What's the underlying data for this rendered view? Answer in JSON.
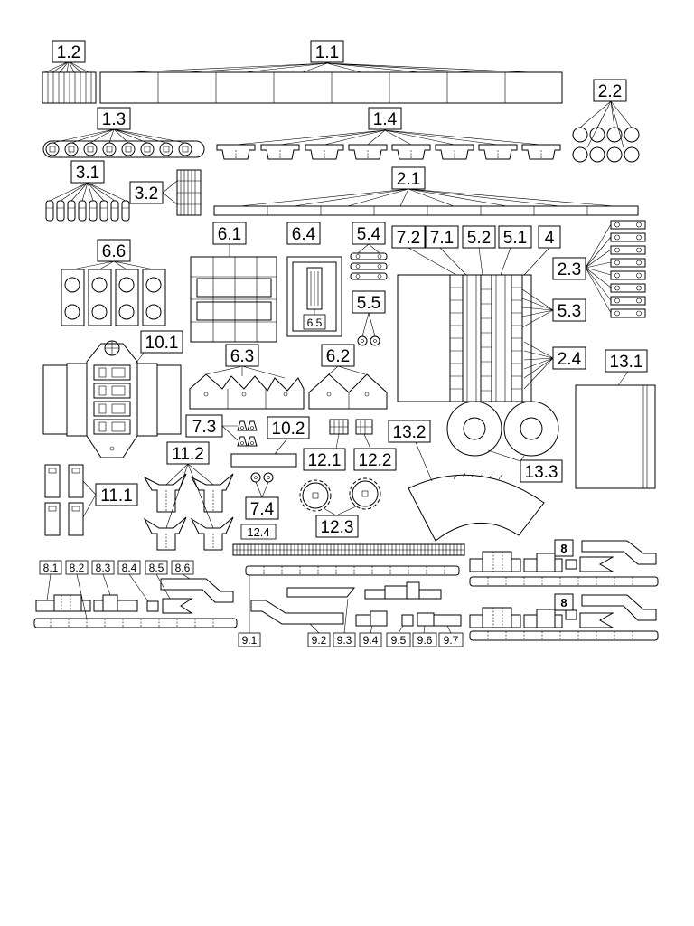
{
  "sheet": {
    "labels": {
      "p1_1": "1.1",
      "p1_2": "1.2",
      "p1_3": "1.3",
      "p1_4": "1.4",
      "p2_1": "2.1",
      "p2_2": "2.2",
      "p2_3": "2.3",
      "p2_4": "2.4",
      "p3_1": "3.1",
      "p3_2": "3.2",
      "p4": "4",
      "p5_1": "5.1",
      "p5_2": "5.2",
      "p5_3": "5.3",
      "p5_4": "5.4",
      "p5_5": "5.5",
      "p6_1": "6.1",
      "p6_2": "6.2",
      "p6_3": "6.3",
      "p6_4": "6.4",
      "p6_5": "6.5",
      "p6_6": "6.6",
      "p7_1": "7.1",
      "p7_2": "7.2",
      "p7_3": "7.3",
      "p7_4": "7.4",
      "p8": "8",
      "p8_1": "8.1",
      "p8_2": "8.2",
      "p8_3": "8.3",
      "p8_4": "8.4",
      "p8_5": "8.5",
      "p8_6": "8.6",
      "p9_1": "9.1",
      "p9_2": "9.2",
      "p9_3": "9.3",
      "p9_4": "9.4",
      "p9_5": "9.5",
      "p9_6": "9.6",
      "p9_7": "9.7",
      "p10_1": "10.1",
      "p10_2": "10.2",
      "p11_1": "11.1",
      "p11_2": "11.2",
      "p12_1": "12.1",
      "p12_2": "12.2",
      "p12_3": "12.3",
      "p12_4": "12.4",
      "p13_1": "13.1",
      "p13_2": "13.2",
      "p13_3": "13.3"
    }
  }
}
